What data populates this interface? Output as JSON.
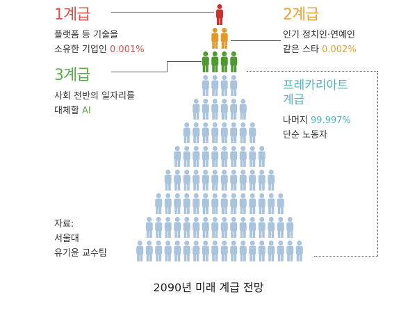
{
  "tier1": {
    "title": "1계급",
    "line1": "플랫폼 등 기술을",
    "line2_prefix": "소유한 기업인 ",
    "pct": "0.001%",
    "color": "#d9534f"
  },
  "tier2": {
    "title": "2계급",
    "line1": "인기 정치인·연예인",
    "line2_prefix": "같은 스타 ",
    "pct": "0.002%",
    "color": "#e8a33a"
  },
  "tier3": {
    "title": "3계급",
    "line1": "사회 전반의 일자리를",
    "line2_prefix": "대체할 ",
    "pct": "AI",
    "color": "#5cae4a"
  },
  "precariat": {
    "title_line1": "프레카리아트",
    "title_line2": "계급",
    "line1_prefix": "나머지 ",
    "pct": "99.997%",
    "line2": "단순 노동자",
    "color": "#4fb3bf"
  },
  "source": {
    "line1": "자료:",
    "line2": "서울대",
    "line3": "유기윤 교수팀"
  },
  "caption": "2090년 미래 계급 전망",
  "figure_colors": {
    "tier1": "#c9302c",
    "tier2": "#e09a2c",
    "tier3": "#4e9a2f",
    "precariat": "#a9c4dc"
  },
  "pyramid_counts": {
    "tier1": 1,
    "tier2": 2,
    "tier3": 4
  }
}
